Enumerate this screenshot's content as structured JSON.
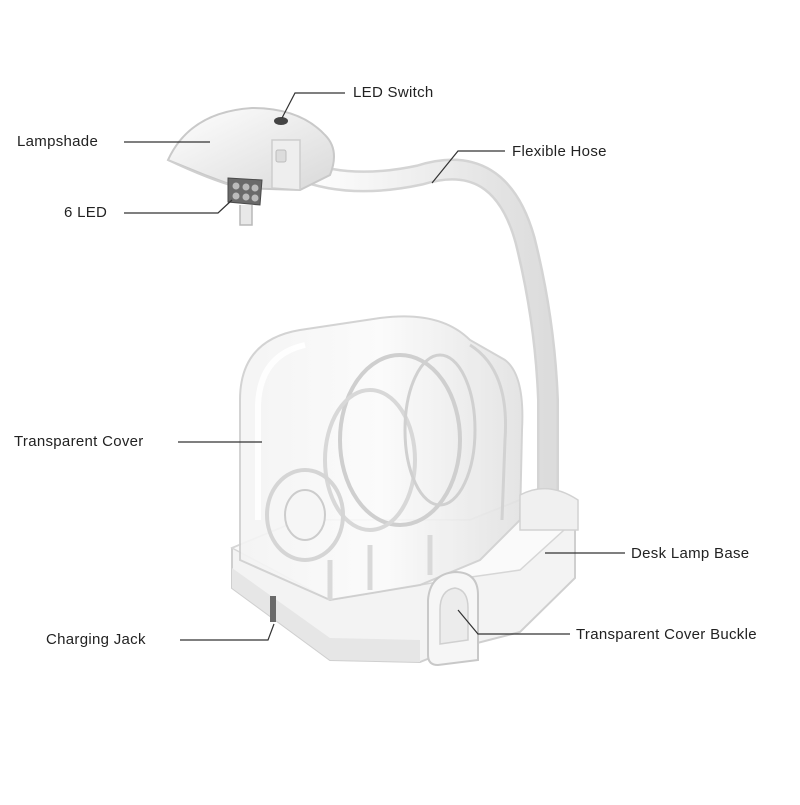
{
  "colors": {
    "background": "#ffffff",
    "text": "#222222",
    "leader_line": "#333333",
    "body_white": "#f2f2f2",
    "body_shadow": "#cfcfcf",
    "transparent_cover": "#dadada",
    "led_dark": "#555555"
  },
  "labels": {
    "led_switch": "LED Switch",
    "lampshade": "Lampshade",
    "flexible_hose": "Flexible Hose",
    "six_led": "6 LED",
    "transparent_cover": "Transparent Cover",
    "desk_lamp_base": "Desk Lamp Base",
    "charging_jack": "Charging Jack",
    "transparent_cover_buckle": "Transparent Cover Buckle"
  }
}
